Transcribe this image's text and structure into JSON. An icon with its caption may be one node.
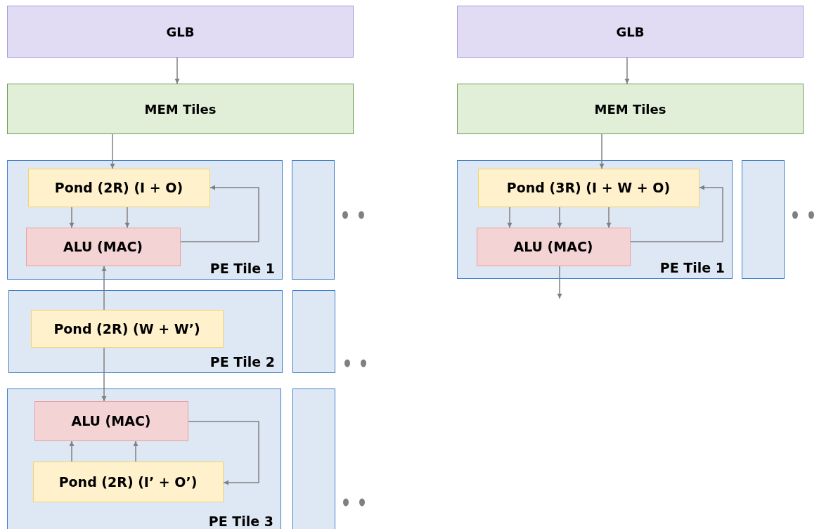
{
  "diagram": {
    "nodes": [
      {
        "text": [
          "GLB"
        ]
      },
      {
        "text": [
          "GLB"
        ]
      },
      {
        "text": [
          "MEM Tiles"
        ]
      },
      {
        "text": [
          "MEM Tiles"
        ]
      },
      {
        "text": [
          "PE Tile 1"
        ]
      },
      {
        "text": [
          "Pond (2R) (I + O)"
        ],
        "in": 4
      },
      {
        "text": [
          "ALU (MAC)"
        ],
        "in": 4
      },
      {
        "text": [],
        "shape": "box"
      },
      {
        "text": [
          "PE Tile 1"
        ]
      },
      {
        "text": [
          "Pond (3R) (I + W + O)"
        ],
        "in": 8
      },
      {
        "text": [
          "ALU (MAC)"
        ],
        "in": 8
      },
      {
        "text": [],
        "shape": "box"
      },
      {
        "text": [
          "PE Tile 2"
        ]
      },
      {
        "text": [
          "Pond (2R) (W + W’)"
        ],
        "in": 12
      },
      {
        "text": [],
        "shape": "box"
      },
      {
        "text": [
          "PE Tile 3"
        ]
      },
      {
        "text": [
          "ALU (MAC)"
        ],
        "in": 15
      },
      {
        "text": [
          "Pond (2R) (I’ + O’)"
        ],
        "in": 15
      },
      {
        "text": [],
        "shape": "box"
      }
    ],
    "edges": [
      {
        "from": 0,
        "to": 2,
        "arrow": "to"
      },
      {
        "from": 1,
        "to": 3,
        "arrow": "to"
      },
      {
        "from": 2,
        "to": 5,
        "arrow": "to"
      },
      {
        "from": 3,
        "to": 9,
        "arrow": "to"
      },
      {
        "from": 5,
        "to": 6,
        "arrow": "to"
      },
      {
        "from": 5,
        "to": 6,
        "arrow": "to"
      },
      {
        "from": 6,
        "to": 5,
        "arrow": "to"
      },
      {
        "from": 13,
        "to": 6,
        "arrow": "to"
      },
      {
        "from": 13,
        "to": 16,
        "arrow": "to"
      },
      {
        "from": 9,
        "to": 10,
        "arrow": "to"
      },
      {
        "from": 9,
        "to": 10,
        "arrow": "to"
      },
      {
        "from": 9,
        "to": 10,
        "arrow": "to"
      },
      {
        "from": 10,
        "to": 9,
        "arrow": "to"
      },
      {
        "from": 10,
        "to": null,
        "arrow": "to"
      },
      {
        "from": 17,
        "to": 16,
        "arrow": "to"
      },
      {
        "from": 17,
        "to": 16,
        "arrow": "to"
      },
      {
        "from": 16,
        "to": 17,
        "arrow": "to"
      }
    ]
  }
}
